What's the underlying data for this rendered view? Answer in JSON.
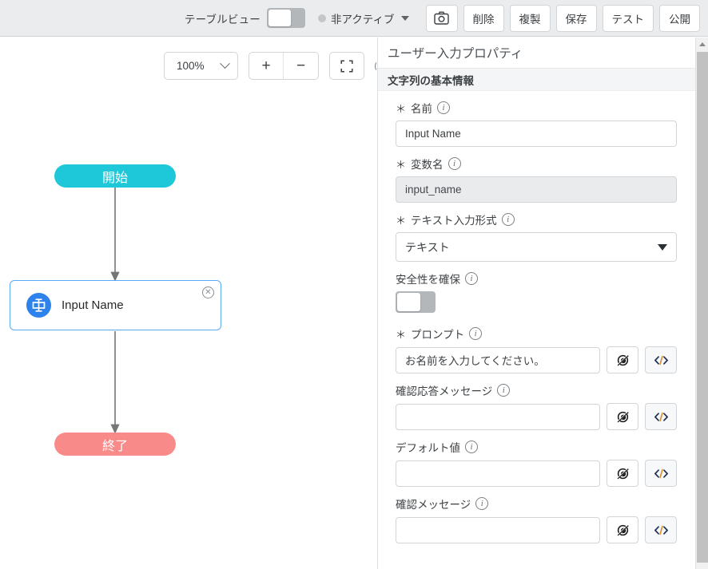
{
  "header": {
    "table_view_label": "テーブルビュー",
    "table_view_on": false,
    "status_label": "非アクティブ",
    "buttons": [
      {
        "name": "screenshot",
        "label": ""
      },
      {
        "name": "delete",
        "label": "削除"
      },
      {
        "name": "duplicate",
        "label": "複製"
      },
      {
        "name": "save",
        "label": "保存"
      },
      {
        "name": "test",
        "label": "テスト"
      },
      {
        "name": "publish",
        "label": "公開"
      }
    ]
  },
  "canvas": {
    "zoom_level": "100%",
    "zoom_in": "+",
    "zoom_out": "−",
    "nodes": {
      "start_label": "開始",
      "step_label": "Input Name",
      "end_label": "終了"
    },
    "colors": {
      "start": "#1fc8d9",
      "end": "#f98a8a",
      "node_icon": "#2d82ec",
      "node_border": "#5aa9f5",
      "edge": "#767676"
    }
  },
  "panel": {
    "title": "ユーザー入力プロパティ",
    "section_title": "文字列の基本情報",
    "fields": [
      {
        "label": "名前",
        "required": true,
        "value": "Input Name",
        "readonly": false,
        "type": "text"
      },
      {
        "label": "変数名",
        "required": true,
        "value": "input_name",
        "readonly": true,
        "type": "text"
      },
      {
        "label": "テキスト入力形式",
        "required": true,
        "value": "テキスト",
        "type": "select"
      },
      {
        "label": "安全性を確保",
        "required": false,
        "value": false,
        "type": "toggle"
      },
      {
        "label": "プロンプト",
        "required": true,
        "value": "お名前を入力してください。",
        "type": "text-with-buttons"
      },
      {
        "label": "確認応答メッセージ",
        "required": false,
        "value": "",
        "type": "text-with-buttons"
      },
      {
        "label": "デフォルト値",
        "required": false,
        "value": "",
        "type": "text-with-buttons"
      },
      {
        "label": "確認メッセージ",
        "required": false,
        "value": "",
        "type": "text-with-buttons"
      }
    ]
  }
}
